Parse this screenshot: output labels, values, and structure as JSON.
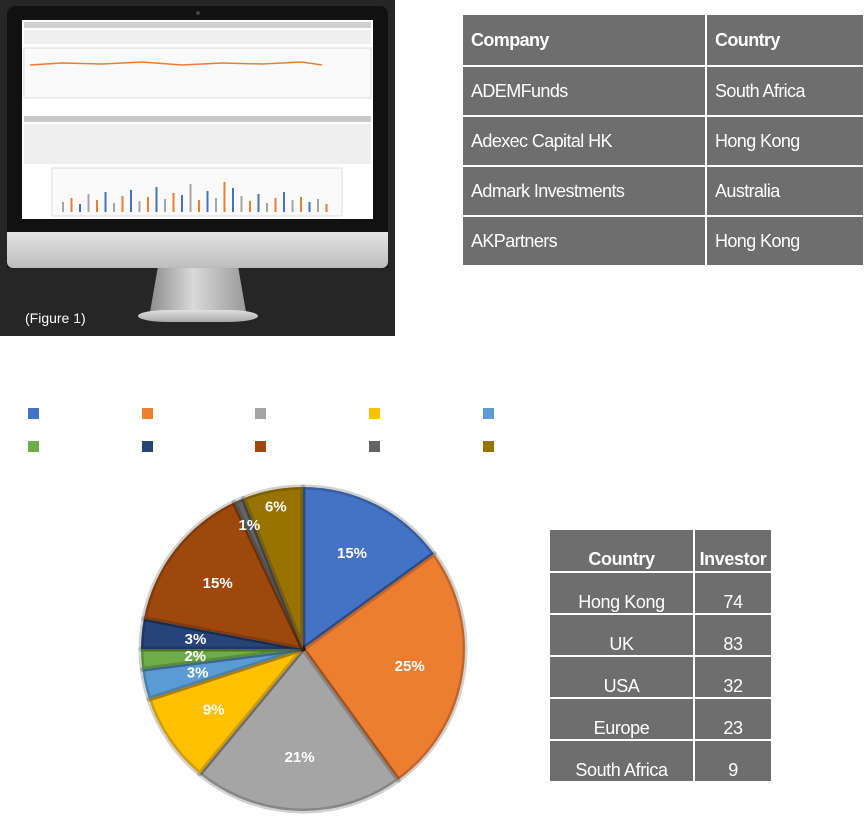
{
  "figure": {
    "caption": "(Figure 1)"
  },
  "company_table": {
    "headers": [
      "Company",
      "Country"
    ],
    "rows": [
      [
        "ADEMFunds",
        "South Africa"
      ],
      [
        "Adexec Capital HK",
        "Hong Kong"
      ],
      [
        "Admark Investments",
        "Australia"
      ],
      [
        "AKPartners",
        "Hong Kong"
      ]
    ]
  },
  "investor_table": {
    "headers": [
      "Country",
      "Investor"
    ],
    "rows": [
      [
        "Hong Kong",
        "74"
      ],
      [
        "UK",
        "83"
      ],
      [
        "USA",
        "32"
      ],
      [
        "Europe",
        "23"
      ],
      [
        "South Africa",
        "9"
      ]
    ]
  },
  "chart_data": {
    "type": "pie",
    "title": "",
    "slices": [
      {
        "label": "",
        "value": 15,
        "display": "15%",
        "color": "#4472c4"
      },
      {
        "label": "",
        "value": 25,
        "display": "25%",
        "color": "#ed7d31"
      },
      {
        "label": "",
        "value": 21,
        "display": "21%",
        "color": "#a5a5a5"
      },
      {
        "label": "",
        "value": 9,
        "display": "9%",
        "color": "#ffc000"
      },
      {
        "label": "",
        "value": 3,
        "display": "3%",
        "color": "#5b9bd5"
      },
      {
        "label": "",
        "value": 2,
        "display": "2%",
        "color": "#70ad47"
      },
      {
        "label": "",
        "value": 3,
        "display": "3%",
        "color": "#264478"
      },
      {
        "label": "",
        "value": 15,
        "display": "15%",
        "color": "#9e480e"
      },
      {
        "label": "",
        "value": 1,
        "display": "1%",
        "color": "#636363"
      },
      {
        "label": "",
        "value": 6,
        "display": "6%",
        "color": "#997300"
      }
    ],
    "legend_position": "top"
  }
}
